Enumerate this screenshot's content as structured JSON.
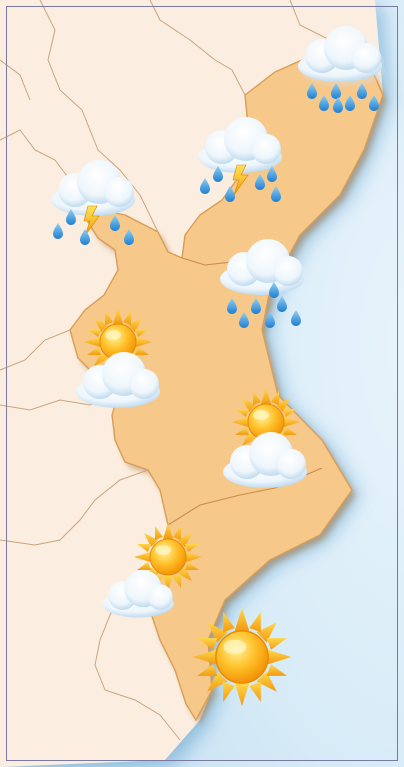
{
  "map": {
    "colors": {
      "sea_deep": "#9fc8e3",
      "sea_light": "#e3f1fa",
      "land_outside": "#fbeee0",
      "region_fill": "#f6c88a",
      "region_edge": "#d99d57",
      "border_line": "#c9a47c",
      "frame": "#7a7aa0"
    },
    "forecast_icons": [
      {
        "name": "cloud-rain-icon-north",
        "kind": "cloud-rain"
      },
      {
        "name": "cloud-storm-icon-castellon",
        "kind": "cloud-storm"
      },
      {
        "name": "cloud-storm-icon-west",
        "kind": "cloud-storm"
      },
      {
        "name": "cloud-rain-icon-coast",
        "kind": "cloud-rain"
      },
      {
        "name": "sun-cloud-icon-interior",
        "kind": "partly-cloudy"
      },
      {
        "name": "sun-cloud-icon-valencia-coast",
        "kind": "partly-cloudy"
      },
      {
        "name": "sun-cloud-icon-south",
        "kind": "partly-cloudy"
      },
      {
        "name": "sun-icon-alicante",
        "kind": "sunny"
      }
    ]
  }
}
